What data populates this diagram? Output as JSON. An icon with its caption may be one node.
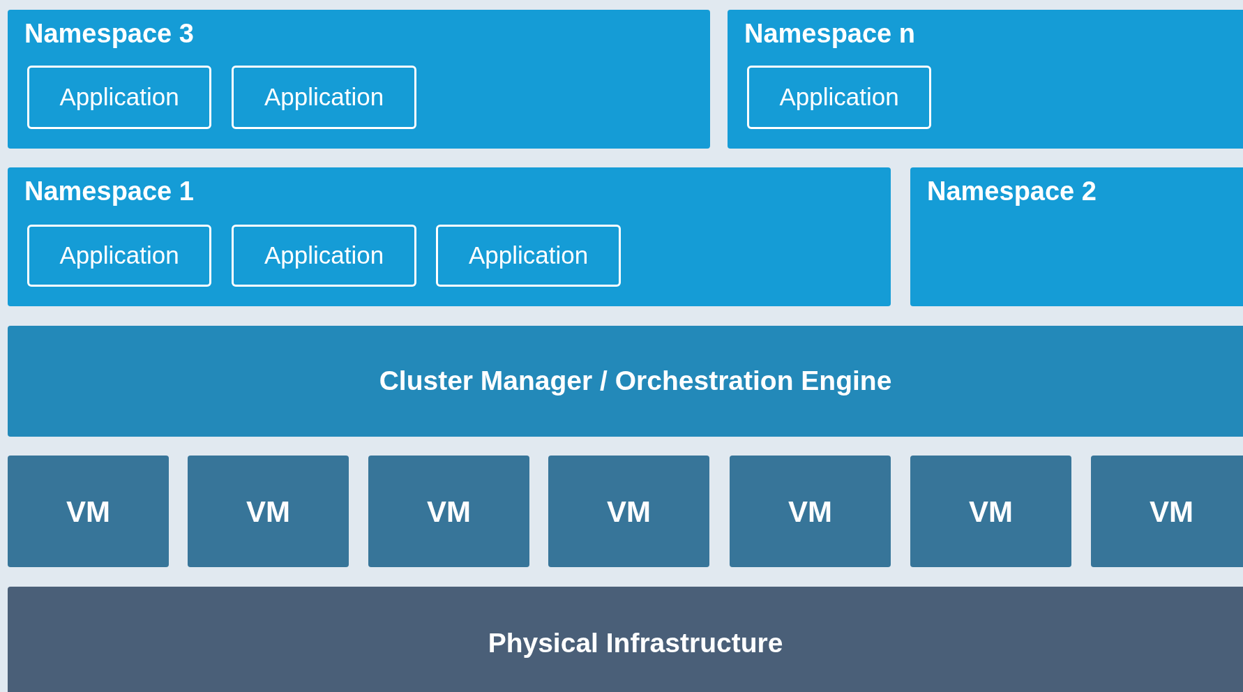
{
  "diagram": {
    "nodes": [
      {
        "text": [
          "Namespace 3"
        ]
      },
      {
        "text": [
          "Application"
        ],
        "in": 0
      },
      {
        "text": [
          "Application"
        ],
        "in": 0
      },
      {
        "text": [
          "Namespace n"
        ]
      },
      {
        "text": [
          "Application"
        ],
        "in": 3
      },
      {
        "text": [
          "Namespace 1"
        ]
      },
      {
        "text": [
          "Application"
        ],
        "in": 5
      },
      {
        "text": [
          "Application"
        ],
        "in": 5
      },
      {
        "text": [
          "Application"
        ],
        "in": 5
      },
      {
        "text": [
          "Namespace 2"
        ]
      },
      {
        "text": [
          "Cluster Manager / Orchestration Engine"
        ]
      },
      {
        "text": [
          "VM"
        ]
      },
      {
        "text": [
          "VM"
        ]
      },
      {
        "text": [
          "VM"
        ]
      },
      {
        "text": [
          "VM"
        ]
      },
      {
        "text": [
          "VM"
        ]
      },
      {
        "text": [
          "VM"
        ]
      },
      {
        "text": [
          "VM"
        ]
      },
      {
        "text": [
          "Physical Infrastructure"
        ]
      }
    ]
  }
}
